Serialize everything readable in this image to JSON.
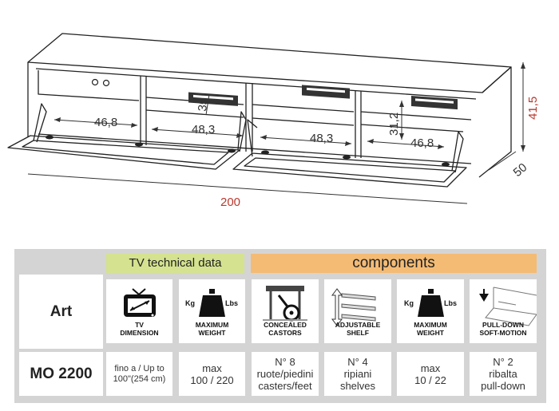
{
  "drawing": {
    "dimensions": {
      "width": "200",
      "height": "41,5",
      "depth": "50",
      "left_compartment_width": "46,8",
      "center_left_width": "48,3",
      "center_right_width": "48,3",
      "right_compartment_width": "46,8",
      "shelf_gap": "35",
      "shelf_height": "31,2"
    }
  },
  "table": {
    "header_tv": "TV technical data",
    "header_components": "components",
    "art_label": "Art",
    "model": "MO 2200",
    "icons": [
      {
        "icon": "tv-dimension-icon",
        "caption": "TV\nDIMENSION"
      },
      {
        "icon": "maximum-weight-icon",
        "caption": "MAXIMUM\nWEIGHT",
        "kg": "Kg",
        "lbs": "Lbs"
      },
      {
        "icon": "concealed-castors-icon",
        "caption": "CONCEALED\nCASTORS"
      },
      {
        "icon": "adjustable-shelf-icon",
        "caption": "ADJUSTABLE\nSHELF"
      },
      {
        "icon": "maximum-weight-icon",
        "caption": "MAXIMUM\nWEIGHT",
        "kg": "Kg",
        "lbs": "Lbs"
      },
      {
        "icon": "pull-down-soft-motion-icon",
        "caption": "PULL-DOWN\nSOFT-MOTION"
      }
    ],
    "values": [
      "fino a / Up to\n100\"(254 cm)",
      "max\n100 / 220",
      "N° 8\nruote/piedini\ncasters/feet",
      "N° 4\nripiani\nshelves",
      "max\n10 / 22",
      "N° 2\nribalta\npull-down"
    ]
  }
}
